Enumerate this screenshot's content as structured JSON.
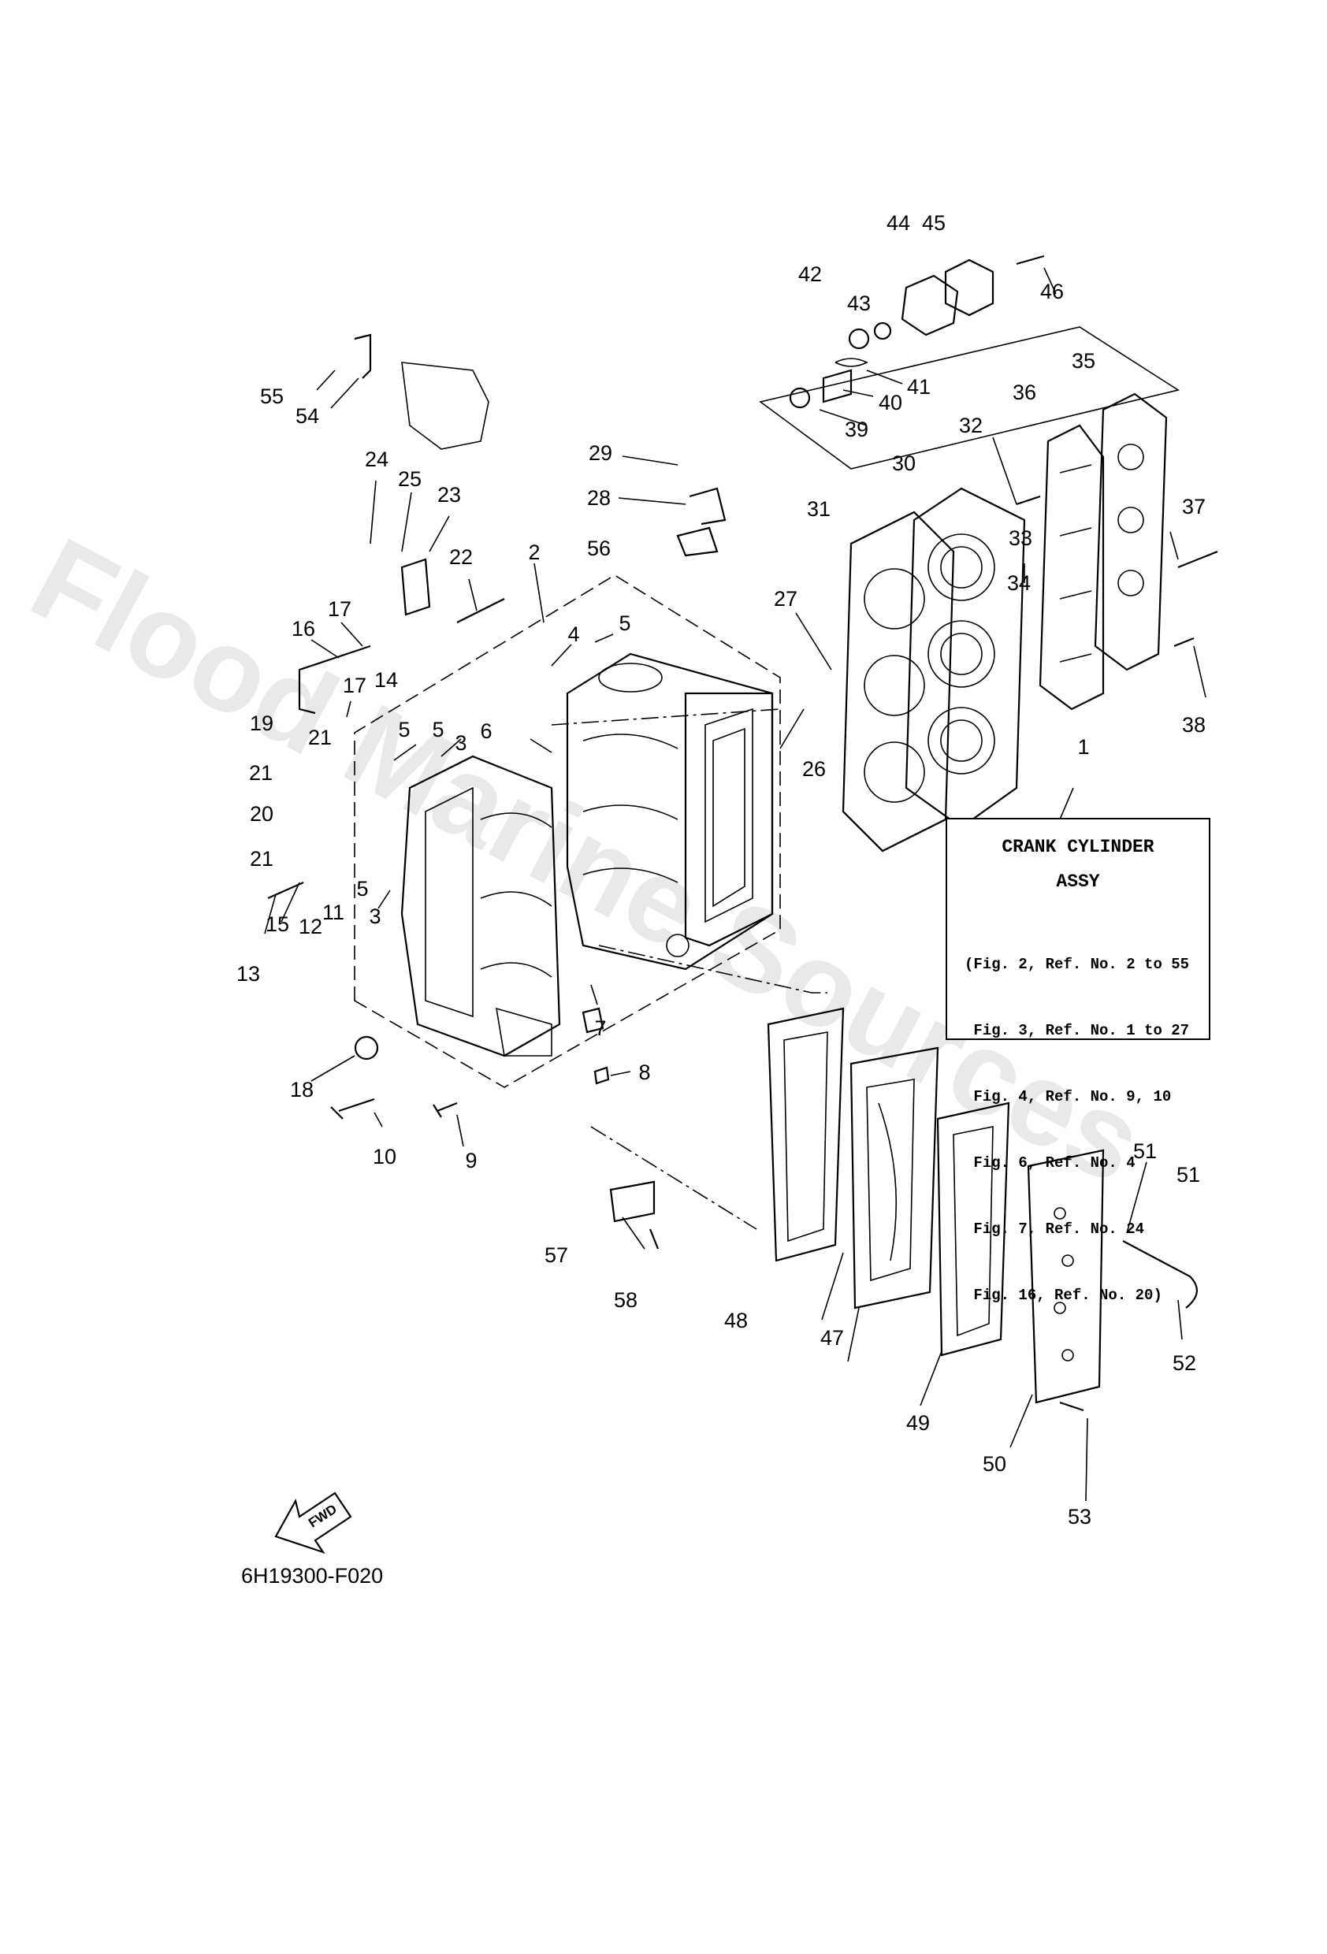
{
  "watermark": "Flood Marine Sources",
  "callouts": [
    "1",
    "2",
    "3",
    "3",
    "4",
    "5",
    "5",
    "5",
    "5",
    "6",
    "7",
    "8",
    "9",
    "10",
    "11",
    "12",
    "13",
    "14",
    "15",
    "16",
    "17",
    "17",
    "18",
    "19",
    "20",
    "21",
    "21",
    "21",
    "22",
    "23",
    "24",
    "25",
    "26",
    "27",
    "28",
    "29",
    "30",
    "31",
    "32",
    "33",
    "34",
    "35",
    "36",
    "37",
    "38",
    "39",
    "40",
    "41",
    "42",
    "43",
    "44",
    "45",
    "46",
    "47",
    "48",
    "49",
    "50",
    "51",
    "51",
    "52",
    "53",
    "54",
    "55",
    "56",
    "57",
    "58"
  ],
  "info_box": {
    "title": "CRANK CYLINDER",
    "subtitle": "ASSY",
    "refs": [
      "(Fig. 2, Ref. No. 2 to 55",
      " Fig. 3, Ref. No. 1 to 27",
      " Fig. 4, Ref. No. 9, 10",
      " Fig. 6, Ref. No. 4",
      " Fig. 7, Ref. No. 24",
      " Fig. 16, Ref. No. 20)"
    ]
  },
  "fwd_label": "FWD",
  "figure_code": "6H19300-F020"
}
